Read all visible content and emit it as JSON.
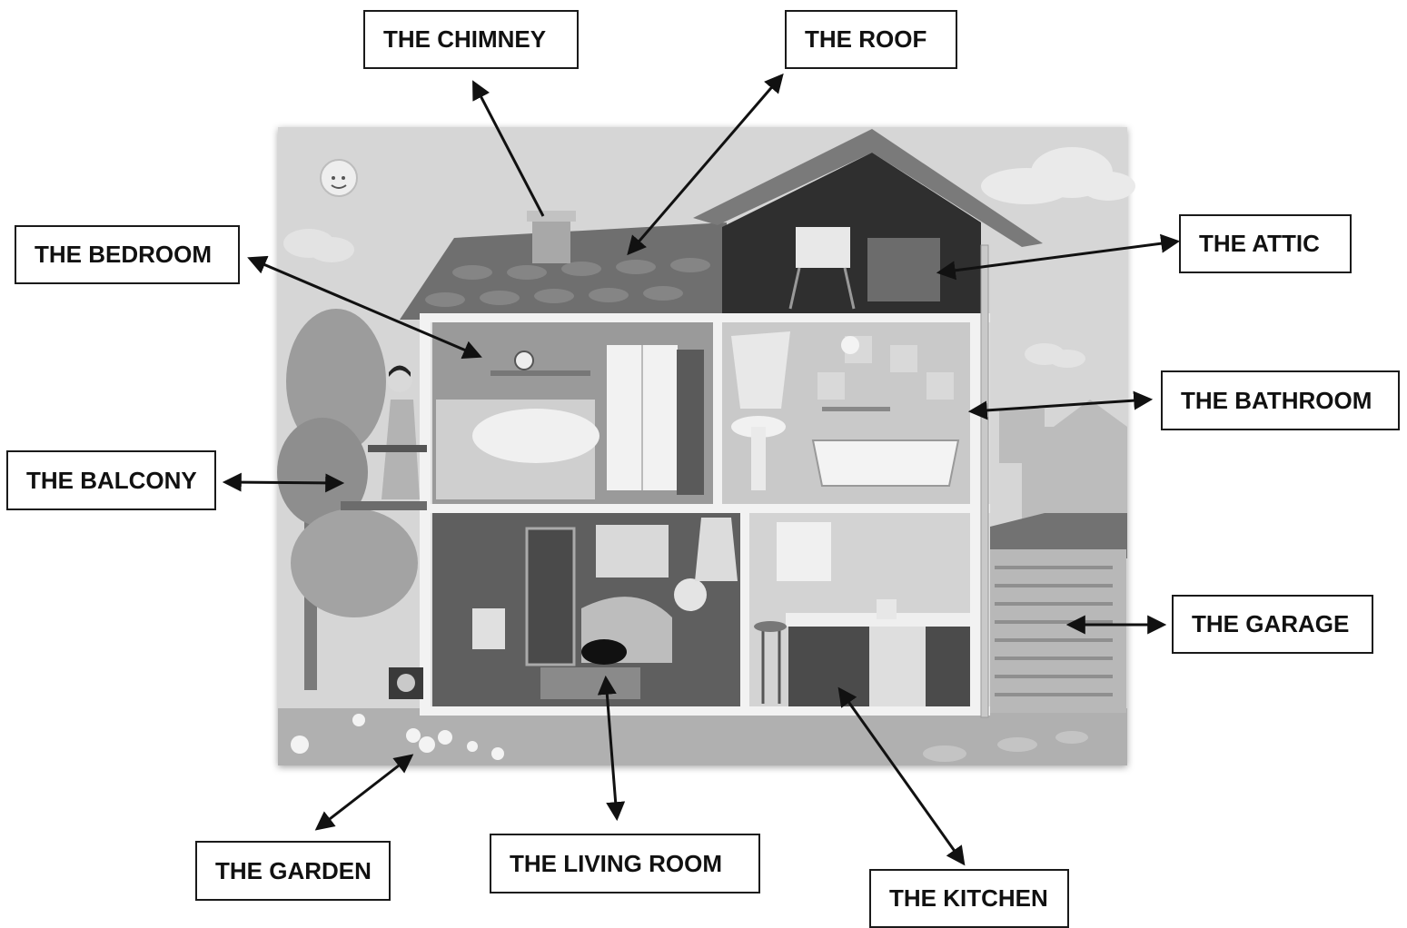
{
  "labels": {
    "chimney": "THE CHIMNEY",
    "roof": "THE ROOF",
    "bedroom": "THE BEDROOM",
    "attic": "THE ATTIC",
    "bathroom": "THE BATHROOM",
    "balcony": "THE BALCONY",
    "garage": "THE GARAGE",
    "garden": "THE GARDEN",
    "living_room": "THE LIVING ROOM",
    "kitchen": "THE KITCHEN"
  },
  "colors": {
    "arrow": "#111111",
    "box_border": "#1a1a1a",
    "sky": "#d2d2d2",
    "roof": "#6e6e6e",
    "wall": "#c8c8c8",
    "ground": "#b5b5b5"
  }
}
